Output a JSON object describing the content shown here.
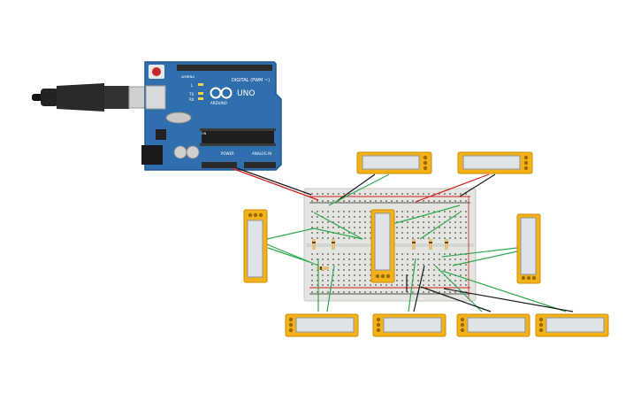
{
  "arduino": {
    "brand": "ARDUINO",
    "model": "UNO",
    "digital_label": "DIGITAL (PWM ~)",
    "power_label": "POWER",
    "analog_label": "ANALOG IN",
    "tx_label": "TX",
    "rx_label": "RX",
    "l_label": "L",
    "aref_label": "AREF",
    "gnd_label": "GND",
    "on_label": "ON"
  },
  "colors": {
    "board": "#2f6fad",
    "board_dark": "#1f5a94",
    "header": "#2b2b2b",
    "breadboard": "#e4e4e0",
    "rail_red": "#d21f1f",
    "rail_black": "#222222",
    "wire_green": "#2fa84f",
    "wire_red": "#d22020",
    "wire_black": "#1a1a1a",
    "sensor_frame": "#f3b21b",
    "sensor_screen": "#dde3e6"
  },
  "icons": {
    "usb_cable": "usb-cable-icon",
    "logo": "arduino-logo-icon",
    "chip": "chip-icon",
    "reset": "reset-button-icon"
  }
}
